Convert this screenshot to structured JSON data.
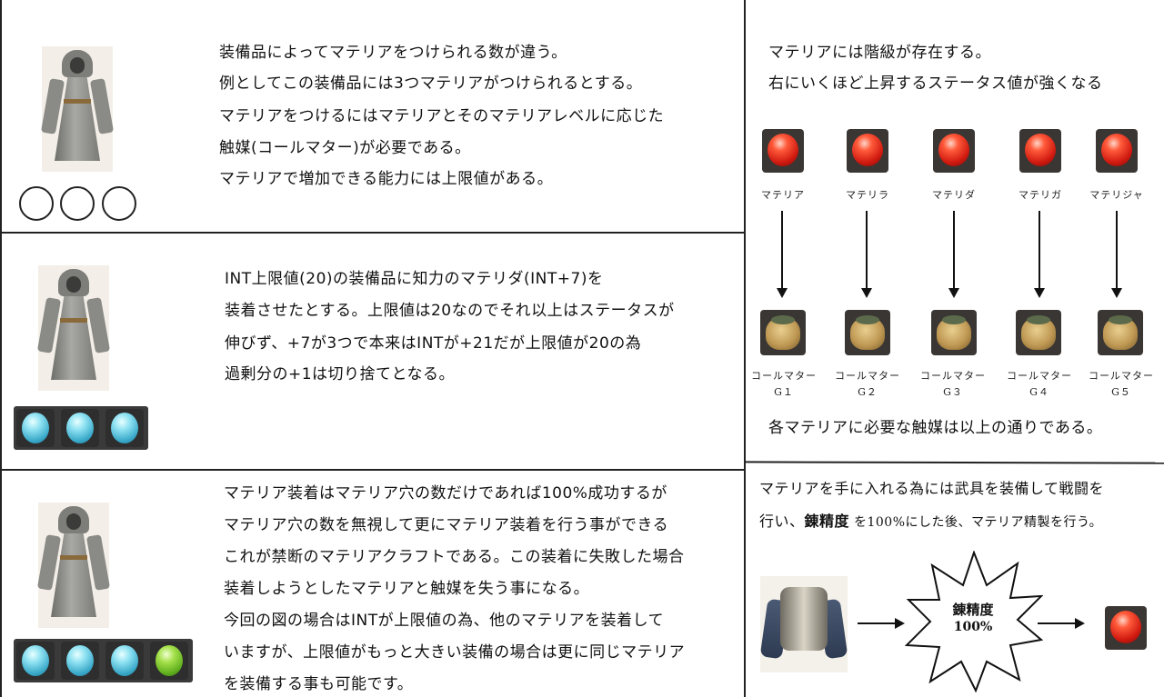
{
  "panel1": {
    "lines": [
      "装備品によってマテリアをつけられる数が違う。",
      "例としてこの装備品には3つマテリアがつけられるとする。",
      "マテリアをつけるにはマテリアとそのマテリアレベルに応じた",
      "触媒(コールマター)が必要である。",
      "マテリアで増加できる能力には上限値がある。"
    ]
  },
  "panel2": {
    "lines": [
      "INT上限値(20)の装備品に知力のマテリダ(INT+7)を",
      "装着させたとする。上限値は20なのでそれ以上はステータスが",
      "伸びず、+7が3つで本来はINTが+21だが上限値が20の為",
      "過剰分の+1は切り捨てとなる。"
    ]
  },
  "panel3": {
    "lines": [
      "マテリア装着はマテリア穴の数だけであれば100%成功するが",
      "マテリア穴の数を無視して更にマテリア装着を行う事ができる",
      "これが禁断のマテリアクラフトである。この装着に失敗した場合",
      "装着しようとしたマテリアと触媒を失う事になる。",
      "今回の図の場合はINTが上限値の為、他のマテリアを装着して",
      "いますが、上限値がもっと大きい装備の場合は更に同じマテリア",
      "を装備する事も可能です。"
    ]
  },
  "right_top": {
    "line1": "マテリアには階級が存在する。",
    "line2": "右にいくほど上昇するステータス値が強くなる",
    "materia_names": [
      "マテリア",
      "マテリラ",
      "マテリダ",
      "マテリガ",
      "マテリジャ"
    ],
    "catalyst_names": [
      "コールマター",
      "コールマター",
      "コールマター",
      "コールマター",
      "コールマター"
    ],
    "catalyst_grades": [
      "G１",
      "G２",
      "G３",
      "G４",
      "G５"
    ],
    "footer": "各マテリアに必要な触媒は以上の通りである。"
  },
  "right_bottom": {
    "line1": "マテリアを手に入れる為には武具を装備して戦闘を",
    "line2_a": "行い、",
    "line2_bold": "錬精度",
    "line2_b": " を100%にした後、マテリア精製を行う。",
    "burst_label": "錬精度",
    "burst_value": "100%"
  },
  "colors": {
    "border": "#222222",
    "materia_red": "#d01a10",
    "materia_blue": "#3aa9c9",
    "materia_green": "#5fae1e"
  }
}
